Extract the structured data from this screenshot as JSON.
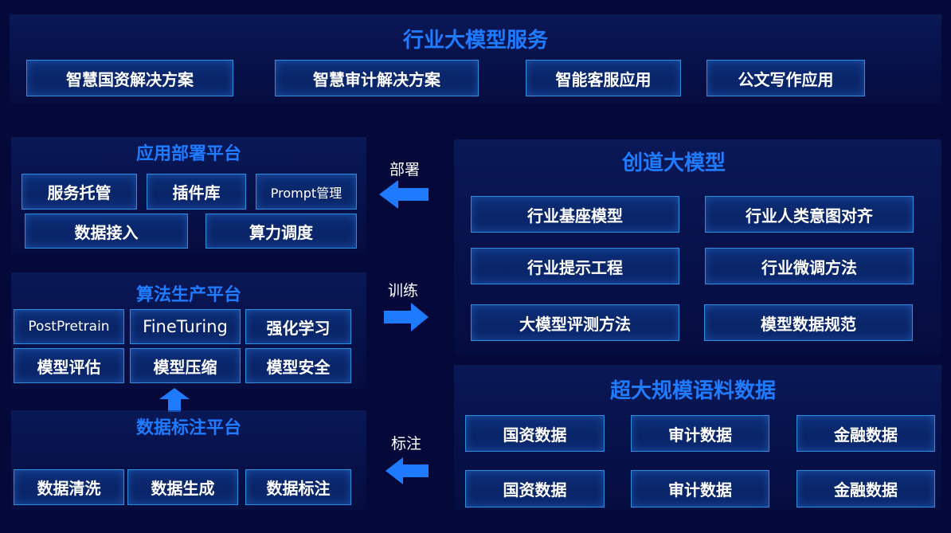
{
  "industry_services": {
    "title": "行业大模型服务",
    "items": [
      "智慧国资解决方案",
      "智慧审计解决方案",
      "智能客服应用",
      "公文写作应用"
    ]
  },
  "app_platform": {
    "title": "应用部署平台",
    "items": [
      "服务托管",
      "插件库",
      "Prompt管理",
      "数据接入",
      "算力调度"
    ]
  },
  "algo_platform": {
    "title": "算法生产平台",
    "items": [
      "PostPretrain",
      "FineTuring",
      "强化学习",
      "模型评估",
      "模型压缩",
      "模型安全"
    ]
  },
  "annotation_platform": {
    "title": "数据标注平台",
    "items": [
      "数据清洗",
      "数据生成",
      "数据标注"
    ]
  },
  "connectors": {
    "deploy": "部署",
    "train": "训练",
    "annotate": "标注"
  },
  "chuangdao_model": {
    "title": "创道大模型",
    "items": [
      "行业基座模型",
      "行业人类意图对齐",
      "行业提示工程",
      "行业微调方法",
      "大模型评测方法",
      "模型数据规范"
    ]
  },
  "corpus_data": {
    "title": "超大规模语料数据",
    "items": [
      "国资数据",
      "审计数据",
      "金融数据",
      "国资数据",
      "审计数据",
      "金融数据"
    ]
  },
  "colors": {
    "background": "#04093a",
    "title_blue": "#1f7bff",
    "box_border": "#2f8de0",
    "arrow_blue": "#1e7bff"
  },
  "icons": {
    "deploy_arrow": "arrow-left-icon",
    "train_arrow": "arrow-right-icon",
    "annotate_arrow": "arrow-left-icon",
    "platform_arrow": "arrow-up-icon"
  }
}
